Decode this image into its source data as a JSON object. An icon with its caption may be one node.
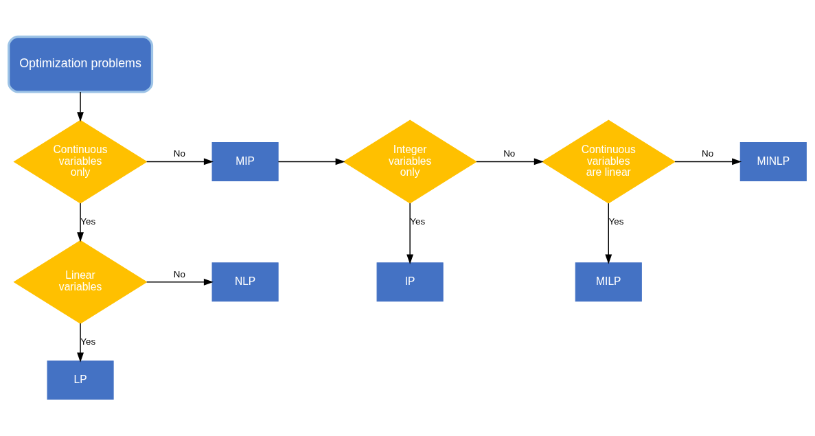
{
  "diagram": {
    "nodes": [
      {
        "text": [
          "Optimization problems"
        ]
      },
      {
        "text": [
          "Continuous variables only"
        ]
      },
      {
        "text": [
          "MIP"
        ]
      },
      {
        "text": [
          "Linear variables"
        ]
      },
      {
        "text": [
          "NLP"
        ]
      },
      {
        "text": [
          "LP"
        ]
      },
      {
        "text": [
          "Integer variables only"
        ]
      },
      {
        "text": [
          "IP"
        ]
      },
      {
        "text": [
          "Continuous variables are linear"
        ]
      },
      {
        "text": [
          "MILP"
        ]
      },
      {
        "text": [
          "MINLP"
        ]
      }
    ],
    "edges": [
      {
        "from": 0,
        "to": 1,
        "arrow": "to"
      },
      {
        "from": 1,
        "to": 2,
        "arrow": "to",
        "label": "No"
      },
      {
        "from": 1,
        "to": 3,
        "arrow": "to",
        "label": "Yes"
      },
      {
        "from": 3,
        "to": 4,
        "arrow": "to",
        "label": "No"
      },
      {
        "from": 3,
        "to": 5,
        "arrow": "to",
        "label": "Yes"
      },
      {
        "from": 2,
        "to": 6,
        "arrow": "to"
      },
      {
        "from": 6,
        "to": 8,
        "arrow": "to",
        "label": "No"
      },
      {
        "from": 6,
        "to": 7,
        "arrow": "to",
        "label": "Yes"
      },
      {
        "from": 8,
        "to": 10,
        "arrow": "to",
        "label": "No"
      },
      {
        "from": 8,
        "to": 9,
        "arrow": "to",
        "label": "Yes"
      }
    ]
  }
}
